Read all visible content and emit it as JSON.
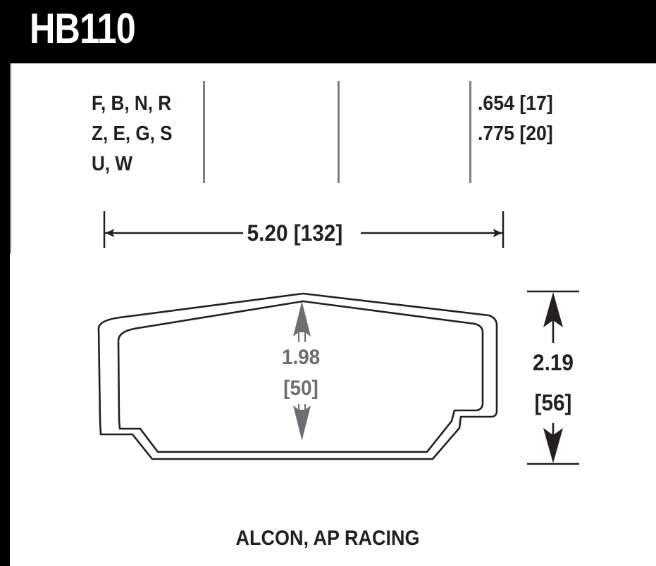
{
  "part": {
    "number": "HB110",
    "manufacturers": "ALCON, AP RACING"
  },
  "compounds": {
    "line1": "F, B, N, R",
    "line2": "Z, E, G, S",
    "line3": "U, W"
  },
  "thickness": {
    "line1": ".654 [17]",
    "line2": ".775 [20]"
  },
  "dimensions": {
    "width": "5.20 [132]",
    "height_center_in": "1.98",
    "height_center_mm": "[50]",
    "height_right_in": "2.19",
    "height_right_mm": "[56]"
  },
  "colors": {
    "header_background": "#000000",
    "title_text": "#ffffff",
    "body_text": "#231f20",
    "gray_dimension": "#6d6e71",
    "rule_gray": "#7d7d7d",
    "page_background": "#ffffff"
  }
}
